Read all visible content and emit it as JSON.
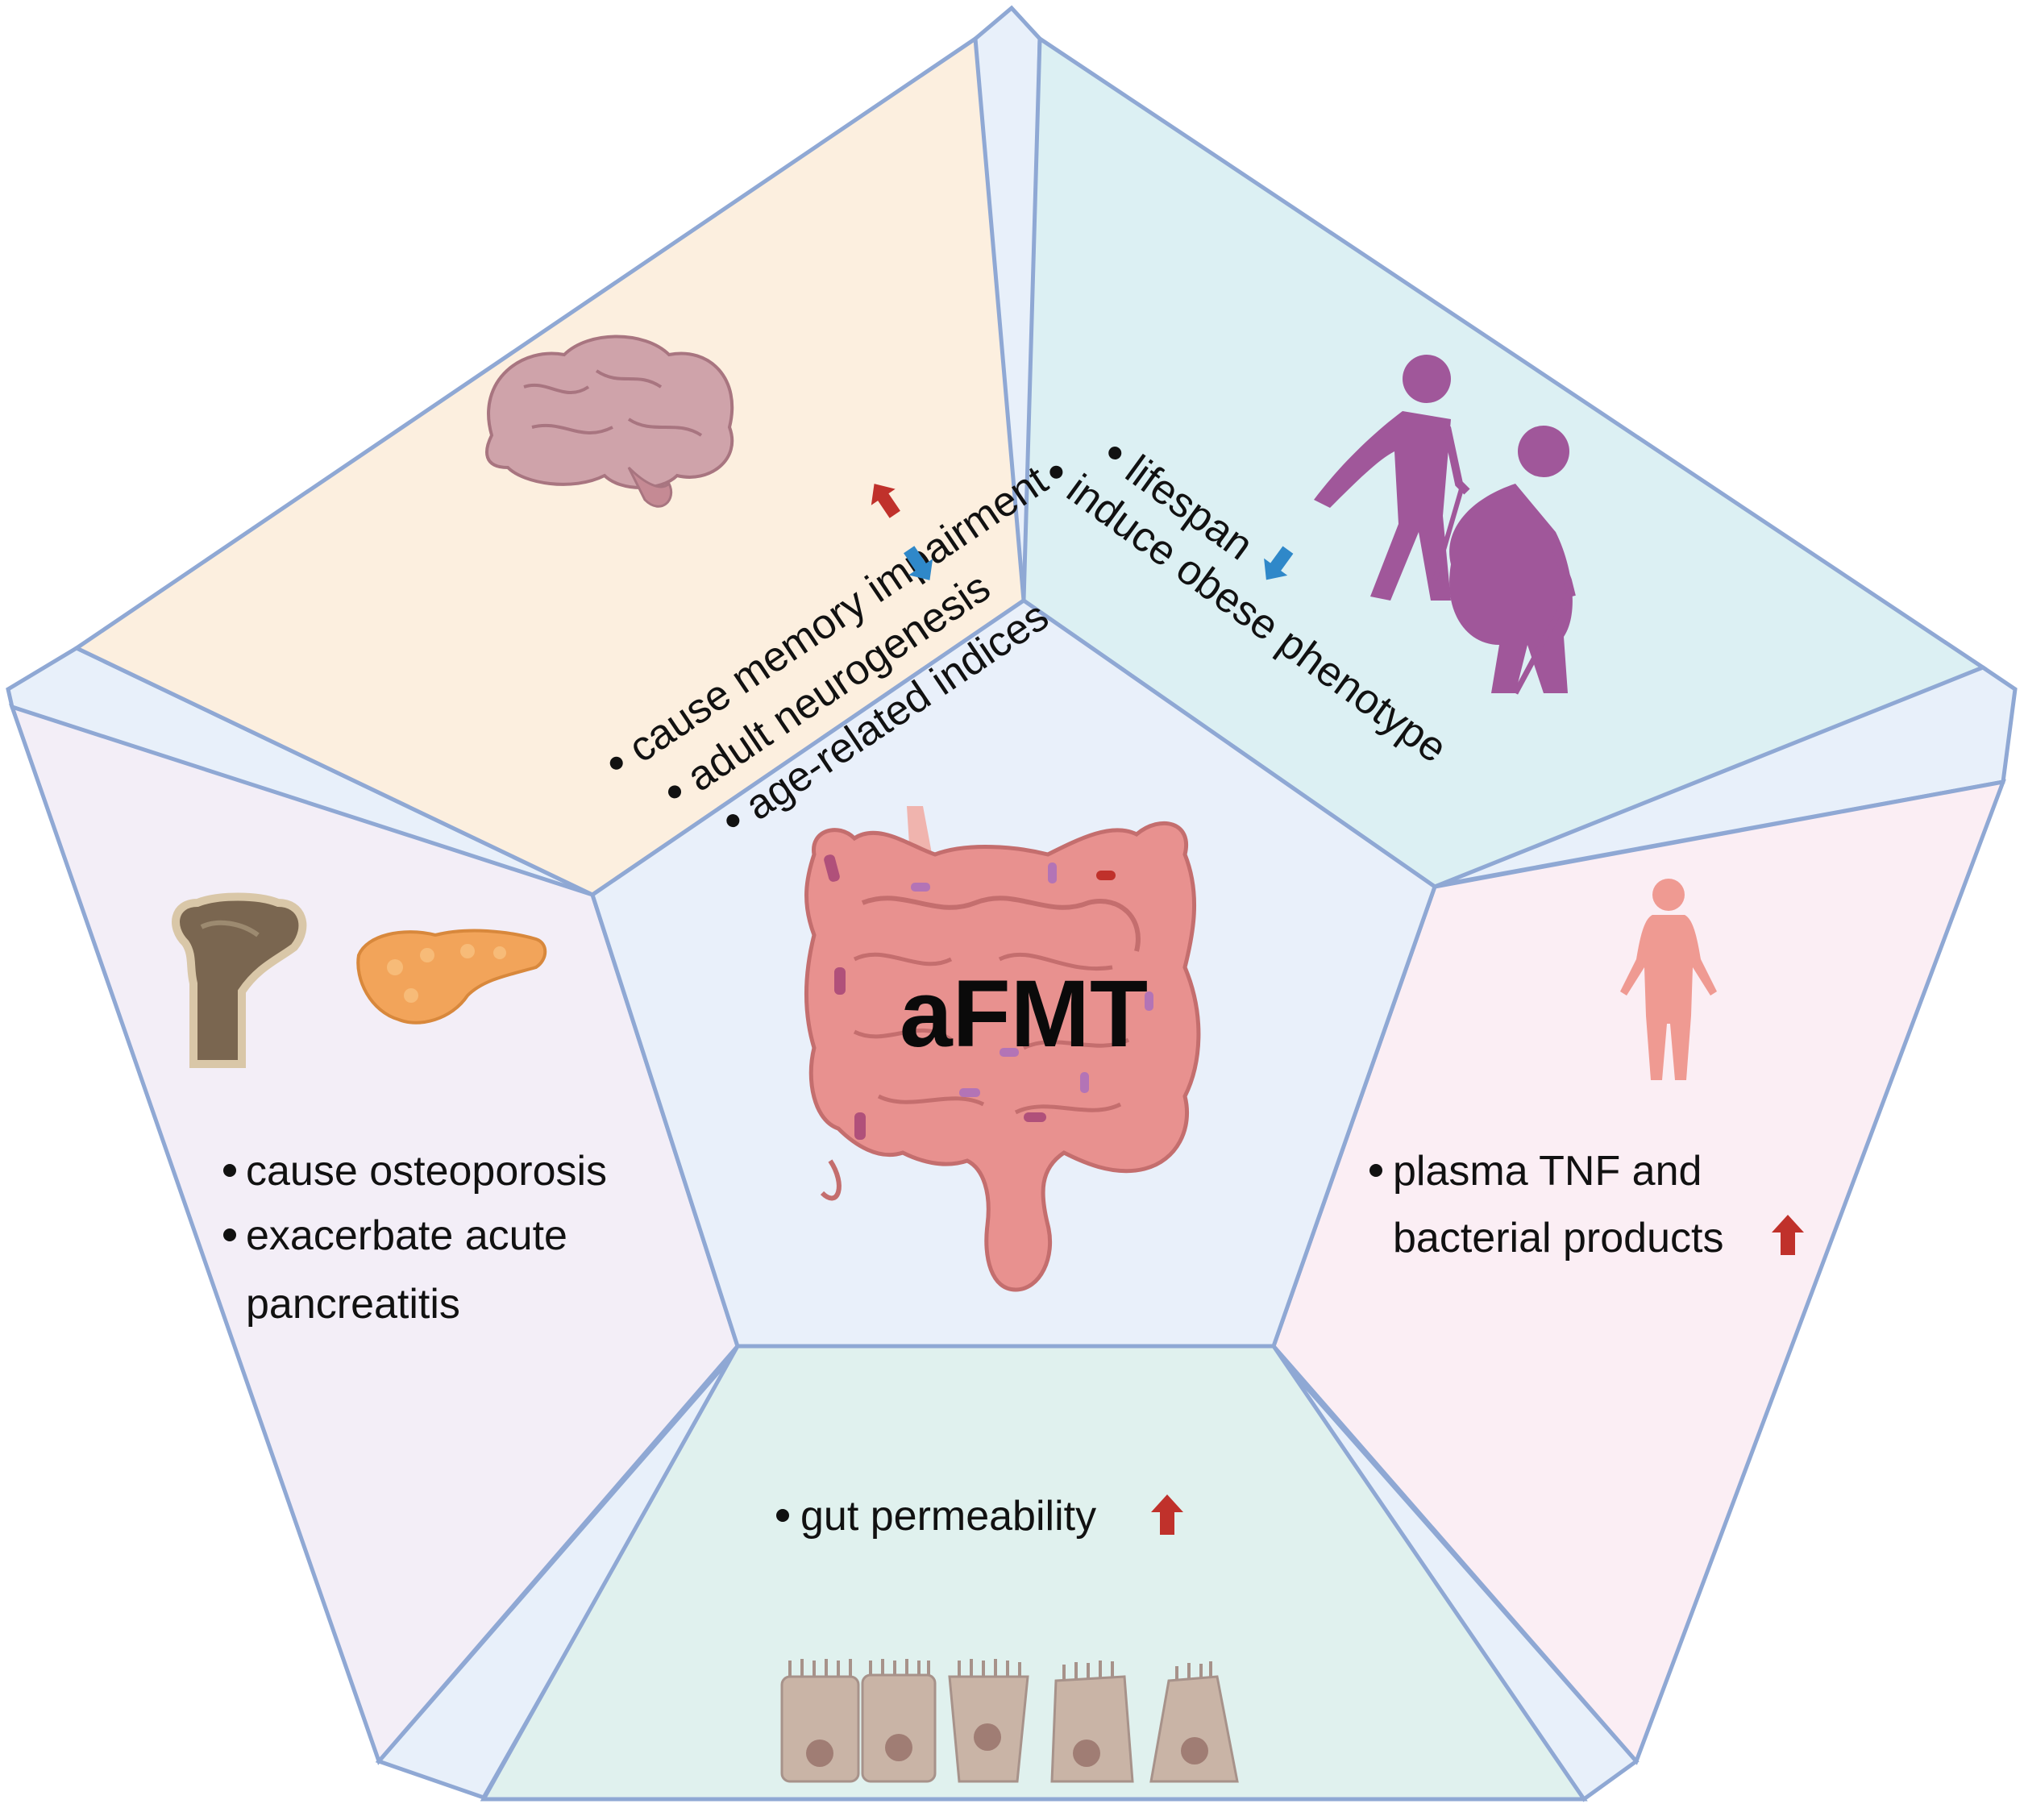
{
  "center": {
    "title": "aFMT"
  },
  "brain_panel": {
    "items": [
      "cause memory impairment",
      "adult neurogenesis",
      "age-related indices"
    ],
    "arrows": [
      "up",
      "down"
    ],
    "icon": "brain-icon"
  },
  "aging_panel": {
    "items": [
      "lifespan",
      "induce obese phenotype"
    ],
    "arrows": [
      "down"
    ],
    "icon": "elderly-people-icon"
  },
  "bone_panel": {
    "items": [
      "cause osteoporosis",
      "exacerbate acute",
      "pancreatitis"
    ],
    "icons": [
      "femur-bone-icon",
      "pancreas-icon"
    ]
  },
  "body_panel": {
    "items": [
      "plasma TNF and",
      "bacterial products"
    ],
    "arrows": [
      "up"
    ],
    "icon": "human-body-icon"
  },
  "gut_panel": {
    "items": [
      "gut permeability"
    ],
    "arrows": [
      "up"
    ],
    "icon": "epithelial-cells-icon"
  },
  "colors": {
    "border": "#8fa8d4",
    "up_arrow": "#c0312b",
    "down_arrow": "#2f88c9",
    "panel_brain": "#fcefdf",
    "panel_aging": "#dcf0f3",
    "panel_bone": "#f3eef7",
    "panel_body": "#fbeef4",
    "panel_gut": "#e0f1ee",
    "panel_center": "#e9f0fa",
    "corner": "#e8f0fa",
    "purple": "#a0579a"
  }
}
